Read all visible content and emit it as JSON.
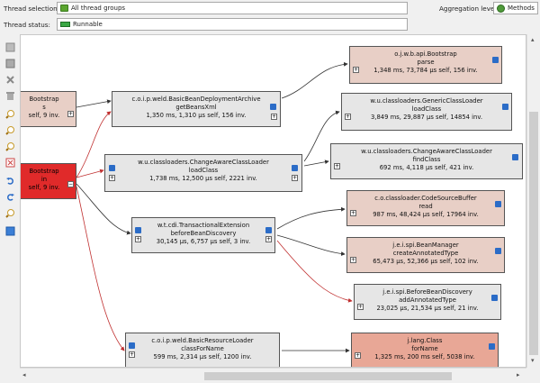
{
  "top": {
    "thread_selection_label": "Thread selection:",
    "thread_selection_value": "All thread groups",
    "thread_status_label": "Thread status:",
    "thread_status_value": "Runnable",
    "aggregation_label": "Aggregation level:",
    "aggregation_value": "Methods"
  },
  "nodes": [
    {
      "id": "n1",
      "line1": "Bootstrap",
      "line2": "s",
      "line3": "self, 9 inv."
    },
    {
      "id": "n2",
      "line1": "Bootstrap",
      "line2": "in",
      "line3": "self, 9 inv."
    },
    {
      "id": "n3",
      "line1": "c.o.i.p.weld.BasicBeanDeploymentArchive",
      "line2": "getBeansXml",
      "line3": "1,350 ms, 1,310 µs self, 156 inv."
    },
    {
      "id": "n4",
      "line1": "w.u.classloaders.ChangeAwareClassLoader",
      "line2": "loadClass",
      "line3": "1,738 ms, 12,500 µs self, 2221 inv."
    },
    {
      "id": "n5",
      "line1": "w.t.cdi.TransactionalExtension",
      "line2": "beforeBeanDiscovery",
      "line3": "30,145 µs, 6,757 µs self, 3 inv."
    },
    {
      "id": "n6",
      "line1": "c.o.i.p.weld.BasicResourceLoader",
      "line2": "classForName",
      "line3": "599 ms, 2,314 µs self, 1200 inv."
    },
    {
      "id": "n7",
      "line1": "o.j.w.b.api.Bootstrap",
      "line2": "parse",
      "line3": "1,348 ms, 73,784 µs self, 156 inv."
    },
    {
      "id": "n8",
      "line1": "w.u.classloaders.GenericClassLoader",
      "line2": "loadClass",
      "line3": "3,849 ms, 29,887 µs self, 14854 inv."
    },
    {
      "id": "n9",
      "line1": "w.u.classloaders.ChangeAwareClassLoader",
      "line2": "findClass",
      "line3": "692 ms, 4,118 µs self, 421 inv."
    },
    {
      "id": "n10",
      "line1": "c.o.classloader.CodeSourceBuffer",
      "line2": "read",
      "line3": "987 ms, 48,424 µs self, 17964 inv."
    },
    {
      "id": "n11",
      "line1": "j.e.i.spi.BeanManager",
      "line2": "createAnnotatedType",
      "line3": "65,473 µs, 52,366 µs self, 102 inv."
    },
    {
      "id": "n12",
      "line1": "j.e.i.spi.BeforeBeanDiscovery",
      "line2": "addAnnotatedType",
      "line3": "23,025 µs, 21,534 µs self, 21 inv."
    },
    {
      "id": "n13",
      "line1": "j.lang.Class",
      "line2": "forName",
      "line3": "1,325 ms, 200 ms self, 5038 inv."
    }
  ],
  "colors": {
    "hot": "#e02a2a",
    "warm": "#e8a796",
    "mild": "#e8cfc6",
    "neutral": "#e6e6e6",
    "hot_edge": "#d04040"
  },
  "toolbar_icons": [
    "select-icon",
    "pan-icon",
    "delete-icon",
    "trash-icon",
    "zoom-in-icon",
    "zoom-out-icon",
    "zoom-fit-icon",
    "fit-all-icon",
    "undo-icon",
    "redo-icon",
    "find-icon",
    "export-icon"
  ]
}
